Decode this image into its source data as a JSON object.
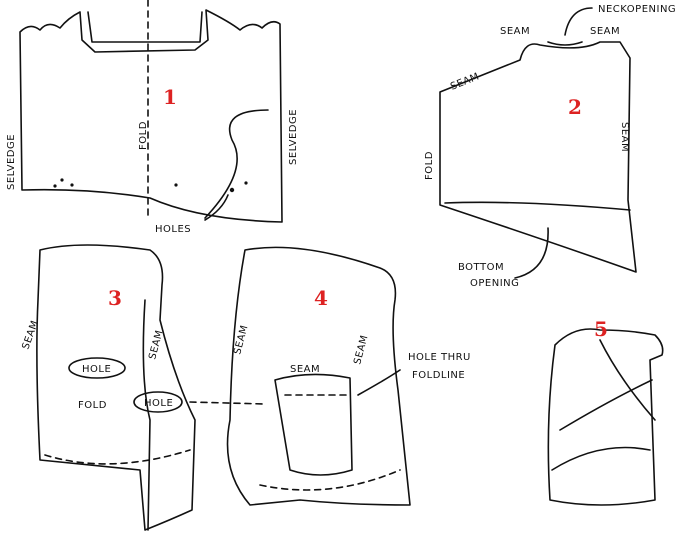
{
  "figures": {
    "fig1": {
      "number": "1",
      "labels": {
        "selvedge_left": "SELVEDGE",
        "fold": "FOLD",
        "selvedge_right": "SELVEDGE",
        "holes": "HOLES"
      }
    },
    "fig2": {
      "number": "2",
      "labels": {
        "neck_opening": "NECKOPENING",
        "seam_top_left": "SEAM",
        "seam_top_right": "SEAM",
        "seam_shoulder": "SEAM",
        "fold": "FOLD",
        "seam_side": "SEAM",
        "bottom_opening_1": "BOTTOM",
        "bottom_opening_2": "OPENING"
      }
    },
    "fig3": {
      "number": "3",
      "labels": {
        "seam_left": "SEAM",
        "hole_top": "HOLE",
        "seam_right": "SEAM",
        "fold": "FOLD",
        "hole_bottom": "HOLE"
      }
    },
    "fig4": {
      "number": "4",
      "labels": {
        "seam_left": "SEAM",
        "seam_right": "SEAM",
        "seam_top": "SEAM",
        "hole_thru_1": "HOLE THRU",
        "hole_thru_2": "FOLDLINE"
      }
    },
    "fig5": {
      "number": "5"
    }
  },
  "colors": {
    "ink": "#111111",
    "number": "#dd2222"
  }
}
